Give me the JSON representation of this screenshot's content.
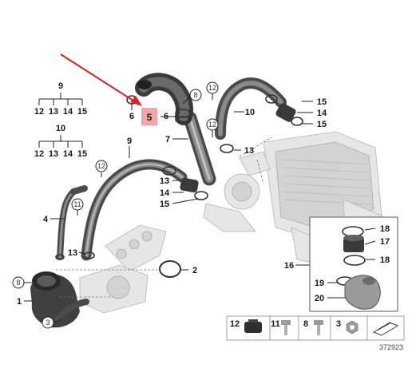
{
  "diagram": {
    "callouts": {
      "c1": "1",
      "c2": "2",
      "c3": "3",
      "c4": "4",
      "c5": "5",
      "c6a": "6",
      "c6b": "6",
      "c7": "7",
      "c8a": "8",
      "c8b": "8",
      "c9": "9",
      "c10": "10",
      "c12a": "12",
      "c12b": "12",
      "c12c": "12",
      "c13a": "13",
      "c13b": "13",
      "c14a": "14",
      "c14b": "14",
      "c15a": "15",
      "c15b": "15",
      "c15c": "15",
      "c16": "16",
      "c17": "17",
      "c18a": "18",
      "c18b": "18",
      "c19": "19",
      "c20": "20"
    },
    "tree9": {
      "parent": "9",
      "children": [
        "12",
        "13",
        "14",
        "15"
      ]
    },
    "tree10": {
      "parent": "10",
      "children": [
        "12",
        "13",
        "14",
        "15"
      ]
    },
    "highlight": {
      "label": "5",
      "fill": "#f4a6a6",
      "arrow_color": "#e02020"
    },
    "legend": {
      "items": [
        "12",
        "11",
        "8",
        "3"
      ]
    },
    "diagram_number": "372923"
  }
}
